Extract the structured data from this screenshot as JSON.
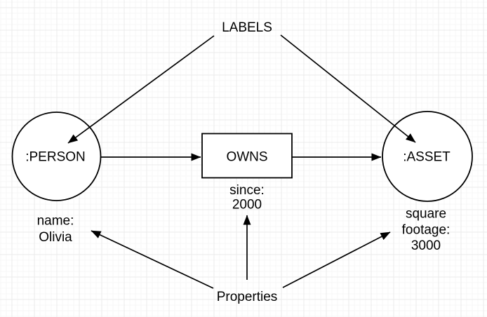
{
  "diagram": {
    "top_label": "LABELS",
    "bottom_label": "Properties",
    "nodes": {
      "person": {
        "label": ":PERSON",
        "properties": [
          "name:",
          "Olivia"
        ]
      },
      "owns": {
        "label": "OWNS",
        "properties": [
          "since:",
          "2000"
        ]
      },
      "asset": {
        "label": ":ASSET",
        "properties": [
          "square",
          "footage:",
          "3000"
        ]
      }
    },
    "colors": {
      "stroke": "#000000",
      "text": "#000000",
      "canvas_background": "#ffffff",
      "grid_major": "#ebebeb",
      "grid_minor": "#f7f7f7"
    }
  }
}
